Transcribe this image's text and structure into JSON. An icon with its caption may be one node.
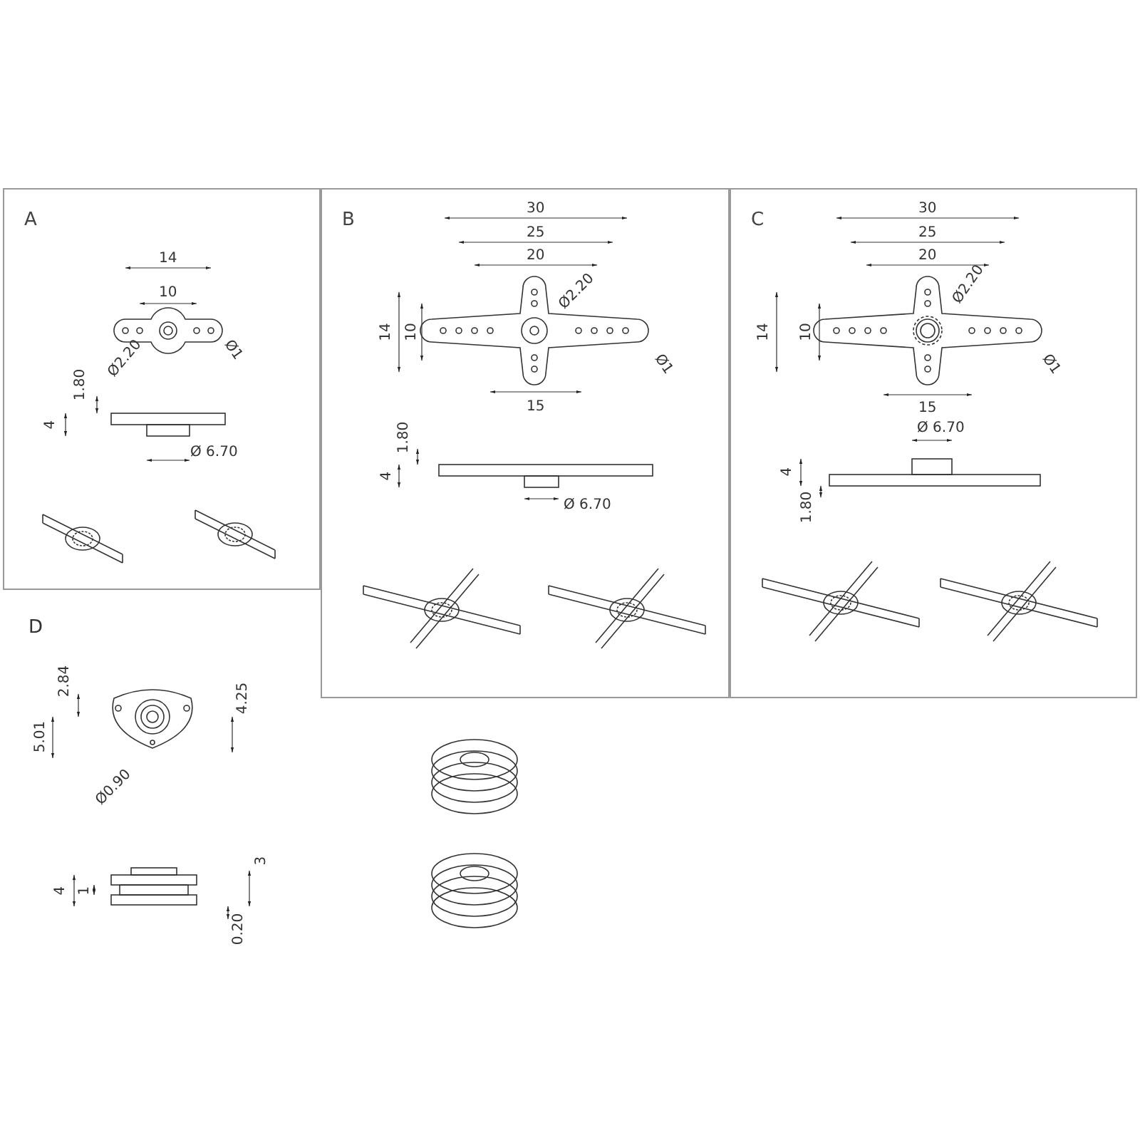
{
  "diagram": {
    "nodes": [
      {
        "text": [
          "A"
        ]
      },
      {
        "text": [
          "B"
        ]
      },
      {
        "text": [
          "C"
        ]
      }
    ],
    "labels": [
      "14",
      "10",
      "Ø2.20",
      "Ø1",
      "1.80",
      "4",
      "Ø 6.70",
      "30",
      "25",
      "20",
      "Ø2.20",
      "14",
      "10",
      "Ø1",
      "15",
      "1.80",
      "4",
      "Ø 6.70",
      "30",
      "25",
      "20",
      "Ø2.20",
      "14",
      "10",
      "Ø1",
      "15",
      "Ø 6.70",
      "4",
      "1.80",
      "D",
      "2.84",
      "5.01",
      "4.25",
      "Ø0.90",
      "4",
      "1",
      "3",
      "0.20"
    ]
  }
}
